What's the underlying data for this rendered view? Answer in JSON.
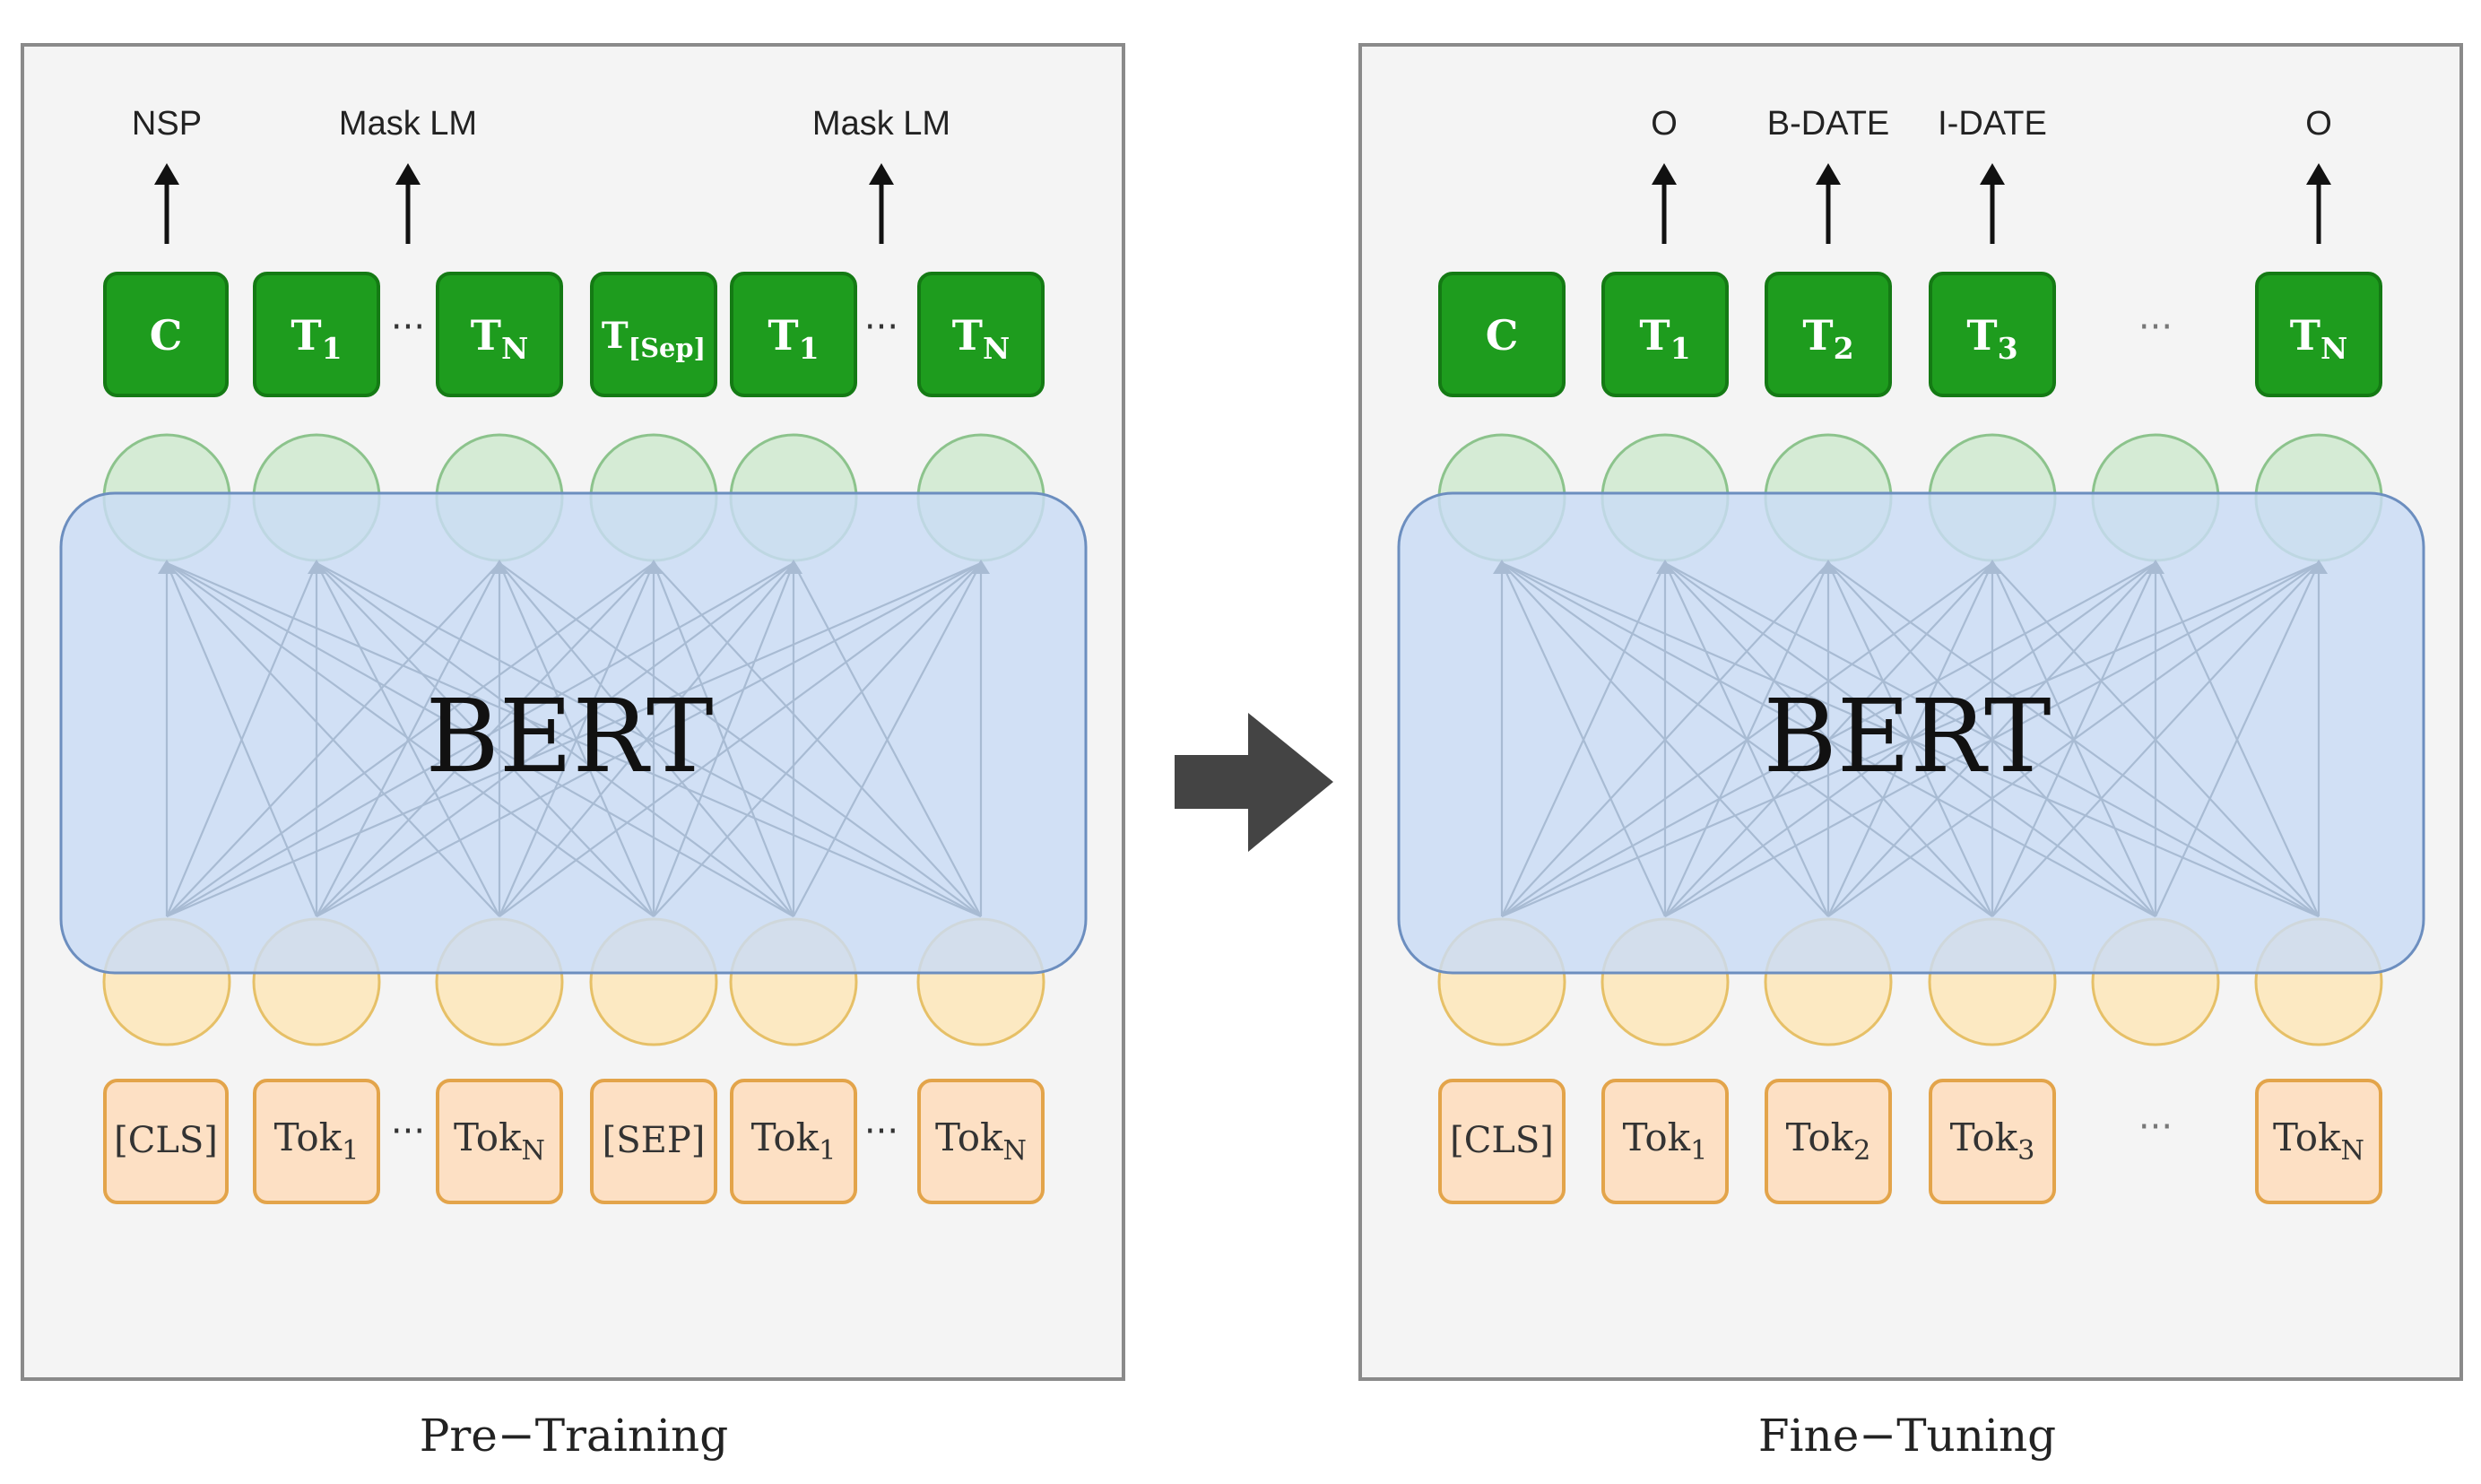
{
  "pretraining": {
    "outputs": [
      "NSP",
      "Mask LM",
      "Mask LM"
    ],
    "output_tokens": [
      {
        "base": "C",
        "sub": ""
      },
      {
        "base": "T",
        "sub": "1"
      },
      {
        "base": "T",
        "sub": "N"
      },
      {
        "base": "T",
        "sub": "[Sep]"
      },
      {
        "base": "T",
        "sub": "1"
      },
      {
        "base": "T",
        "sub": "N"
      }
    ],
    "input_tokens": [
      {
        "base": "[CLS]",
        "sub": ""
      },
      {
        "base": "Tok",
        "sub": "1"
      },
      {
        "base": "Tok",
        "sub": "N"
      },
      {
        "base": "[SEP]",
        "sub": ""
      },
      {
        "base": "Tok",
        "sub": "1"
      },
      {
        "base": "Tok",
        "sub": "N"
      }
    ],
    "model_label": "BERT",
    "caption": "Pre−Training"
  },
  "finetuning": {
    "outputs": [
      "O",
      "B-DATE",
      "I-DATE",
      "O"
    ],
    "output_tokens": [
      {
        "base": "C",
        "sub": ""
      },
      {
        "base": "T",
        "sub": "1"
      },
      {
        "base": "T",
        "sub": "2"
      },
      {
        "base": "T",
        "sub": "3"
      },
      {
        "base": "T",
        "sub": "N"
      }
    ],
    "input_tokens": [
      {
        "base": "[CLS]",
        "sub": ""
      },
      {
        "base": "Tok",
        "sub": "1"
      },
      {
        "base": "Tok",
        "sub": "2"
      },
      {
        "base": "Tok",
        "sub": "3"
      },
      {
        "base": "Tok",
        "sub": "N"
      }
    ],
    "model_label": "BERT",
    "caption": "Fine−Tuning"
  },
  "ellipsis": "···",
  "colors": {
    "output_token": "#1e9c1e",
    "input_token": "#fde0c4",
    "bert_box": "#c9dcf5",
    "arrow": "#444444"
  }
}
